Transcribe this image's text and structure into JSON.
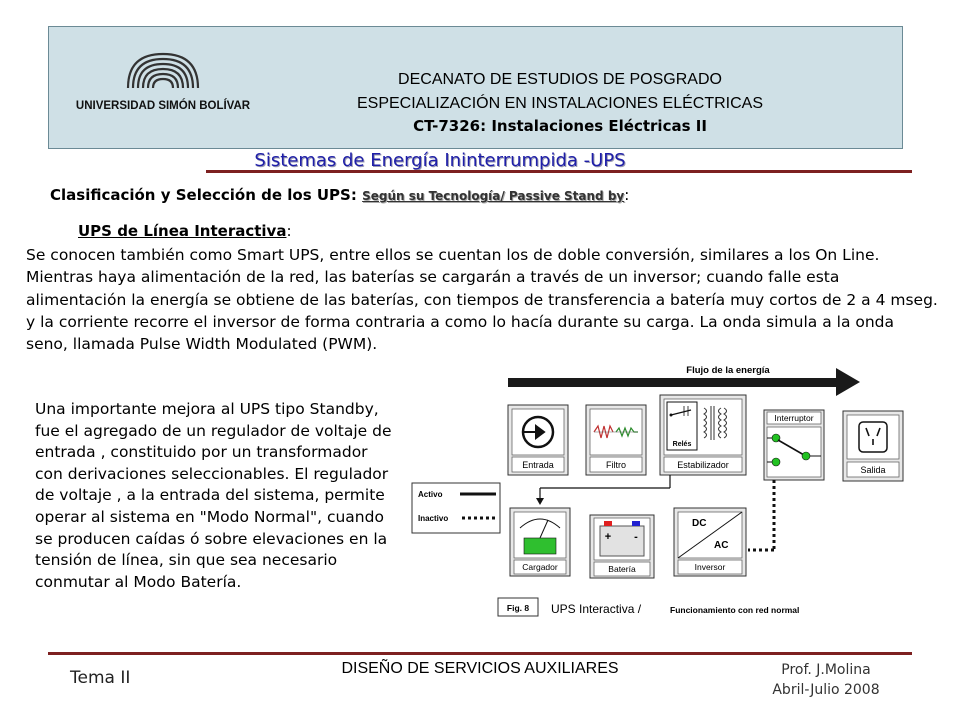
{
  "header": {
    "institution": "UNIVERSIDAD SIMÓN BOLÍVAR",
    "line1": "DECANATO DE ESTUDIOS DE POSGRADO",
    "line2": "ESPECIALIZACIÓN EN INSTALACIONES ELÉCTRICAS",
    "line3": "CT-7326: Instalaciones Eléctricas II"
  },
  "title": "Sistemas de Energía Ininterrumpida -UPS",
  "section": {
    "heading": "Clasificación y Selección de los UPS",
    "sub_prefix": ": ",
    "sub": "Según su Tecnología/ Passive Stand by",
    "sub_suffix": ":"
  },
  "subheading": {
    "label": "UPS de Línea Interactiva",
    "suffix": ":"
  },
  "intro_paragraph": "Se conocen también como Smart UPS, entre ellos se cuentan los de doble conversión, similares a los On Line. Mientras haya alimentación de la red, las baterías se cargarán a través de un inversor; cuando falle esta alimentación la energía se obtiene de las baterías, con tiempos de transferencia a batería muy cortos de 2 a 4 mseg. y la corriente recorre el inversor de forma contraria a como lo hacía durante su carga. La onda simula a la onda seno, llamada Pulse Width Modulated (PWM).",
  "body_paragraph": "Una importante mejora al UPS tipo Standby, fue el agregado de un regulador de voltaje de entrada , constituido por un transformador con derivaciones seleccionables. El regulador de voltaje , a la entrada del sistema, permite operar al sistema en \"Modo Normal\", cuando se producen caídas ó sobre elevaciones en la tensión de línea, sin que sea necesario conmutar al Modo Batería.",
  "diagram": {
    "flow_label": "Flujo de la energía",
    "blocks": {
      "entrada": "Entrada",
      "filtro": "Filtro",
      "estabilizador": "Estabilizador",
      "reles": "Relés",
      "interruptor": "Interruptor",
      "salida": "Salida",
      "cargador": "Cargador",
      "bateria": "Batería",
      "inversor": "Inversor",
      "dc": "DC",
      "ac": "AC"
    },
    "legend": {
      "activo": "Activo",
      "inactivo": "Inactivo"
    },
    "fig_label": "Fig. 8",
    "caption_main": "UPS Interactiva /",
    "caption_sub": "Funcionamiento con red normal"
  },
  "footer": {
    "left": "Tema II",
    "center": "DISEÑO DE SERVICIOS AUXILIARES",
    "right_line1": "Prof. J.Molina",
    "right_line2": "Abril-Julio  2008"
  }
}
